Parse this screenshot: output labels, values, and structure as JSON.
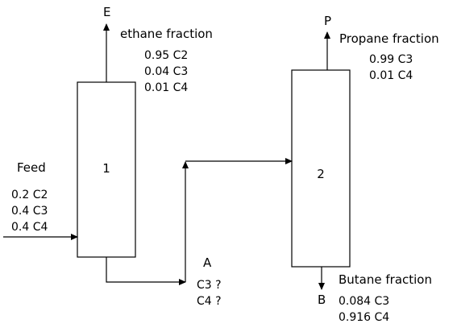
{
  "column1": {
    "label": "1"
  },
  "column2": {
    "label": "2"
  },
  "streams": {
    "E": {
      "name": "E",
      "title": "ethane fraction",
      "lines": [
        "0.95 C2",
        "0.04 C3",
        "0.01 C4"
      ]
    },
    "feed": {
      "title": "Feed",
      "lines": [
        "0.2 C2",
        "0.4 C3",
        "0.4 C4"
      ]
    },
    "A": {
      "name": "A",
      "lines": [
        "C3 ?",
        "C4 ?"
      ]
    },
    "P": {
      "name": "P",
      "title": "Propane fraction",
      "lines": [
        "0.99 C3",
        "0.01 C4"
      ]
    },
    "B": {
      "name": "B",
      "title": "Butane fraction",
      "lines": [
        "0.084 C3",
        "0.916 C4"
      ]
    }
  }
}
